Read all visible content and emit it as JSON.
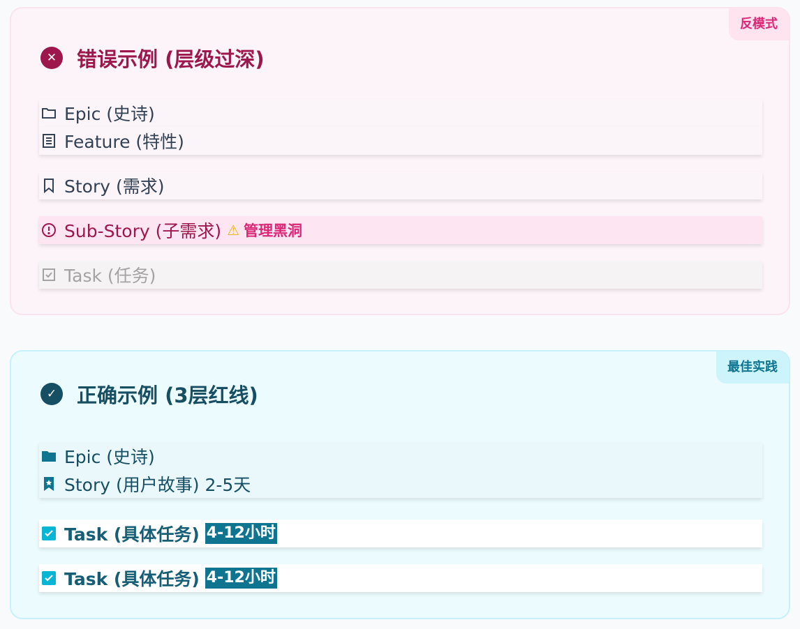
{
  "bad": {
    "tag": "反模式",
    "title": "错误示例 (层级过深)",
    "rows": [
      {
        "label": "Epic (史诗)",
        "icon": "folder-outline-icon"
      },
      {
        "label": "Feature (特性)",
        "icon": "document-icon"
      },
      {
        "label": "Story (需求)",
        "icon": "bookmark-outline-icon"
      },
      {
        "label": "Sub-Story (子需求)",
        "icon": "alert-circle-icon",
        "note": "管理黑洞",
        "note_icon": "warning-icon"
      },
      {
        "label": "Task (任务)",
        "icon": "checkbox-icon"
      }
    ]
  },
  "good": {
    "tag": "最佳实践",
    "title": "正确示例 (3层红线)",
    "rows": [
      {
        "label": "Epic (史诗)",
        "icon": "folder-filled-icon"
      },
      {
        "label": "Story (用户故事) 2-5天",
        "icon": "bookmark-star-icon"
      },
      {
        "label": "Task (具体任务)",
        "icon": "checkbox-checked-icon",
        "badge": "4-12小时"
      },
      {
        "label": "Task (具体任务)",
        "icon": "checkbox-checked-icon",
        "badge": "4-12小时"
      }
    ]
  },
  "colors": {
    "bad_accent": "#9d174d",
    "bad_tag": "#db2777",
    "good_accent": "#164e63",
    "good_badge": "#0e7490"
  }
}
